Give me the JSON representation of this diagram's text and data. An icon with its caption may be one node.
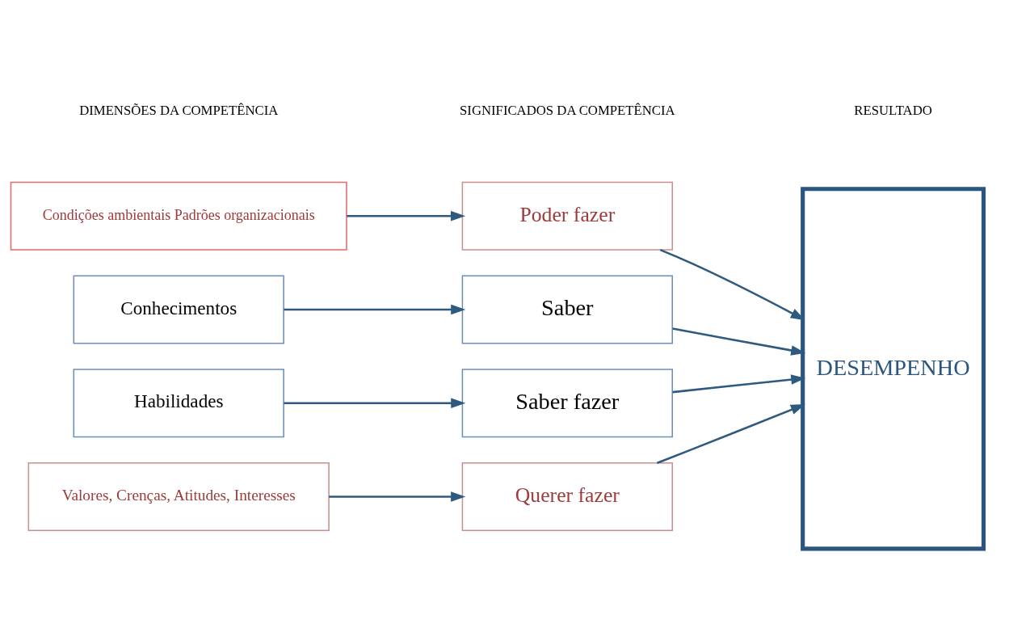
{
  "diagram": {
    "nodes": [
      {
        "text": [
          "Condições ambientais Padrões organizacionais"
        ]
      },
      {
        "text": [
          "Poder fazer"
        ]
      },
      {
        "text": [
          "Conhecimentos"
        ]
      },
      {
        "text": [
          "Saber"
        ]
      },
      {
        "text": [
          "Habilidades"
        ]
      },
      {
        "text": [
          "Saber fazer"
        ]
      },
      {
        "text": [
          "Valores, Crenças, Atitudes, Interesses"
        ]
      },
      {
        "text": [
          "Querer fazer"
        ]
      },
      {
        "text": [
          "DESEMPENHO"
        ]
      }
    ],
    "edges": [
      {
        "from": 0,
        "to": 1,
        "arrow": "to"
      },
      {
        "from": 1,
        "to": 8,
        "arrow": "to"
      },
      {
        "from": 2,
        "to": 3,
        "arrow": "to"
      },
      {
        "from": 3,
        "to": 8,
        "arrow": "to"
      },
      {
        "from": 4,
        "to": 5,
        "arrow": "to"
      },
      {
        "from": 5,
        "to": 8,
        "arrow": "to"
      },
      {
        "from": 6,
        "to": 7,
        "arrow": "to"
      },
      {
        "from": 7,
        "to": 8,
        "arrow": "to"
      }
    ],
    "labels": [
      "DIMENSÕES DA COMPETÊNCIA",
      "SIGNIFICADOS DA COMPETÊNCIA",
      "RESULTADO"
    ]
  }
}
